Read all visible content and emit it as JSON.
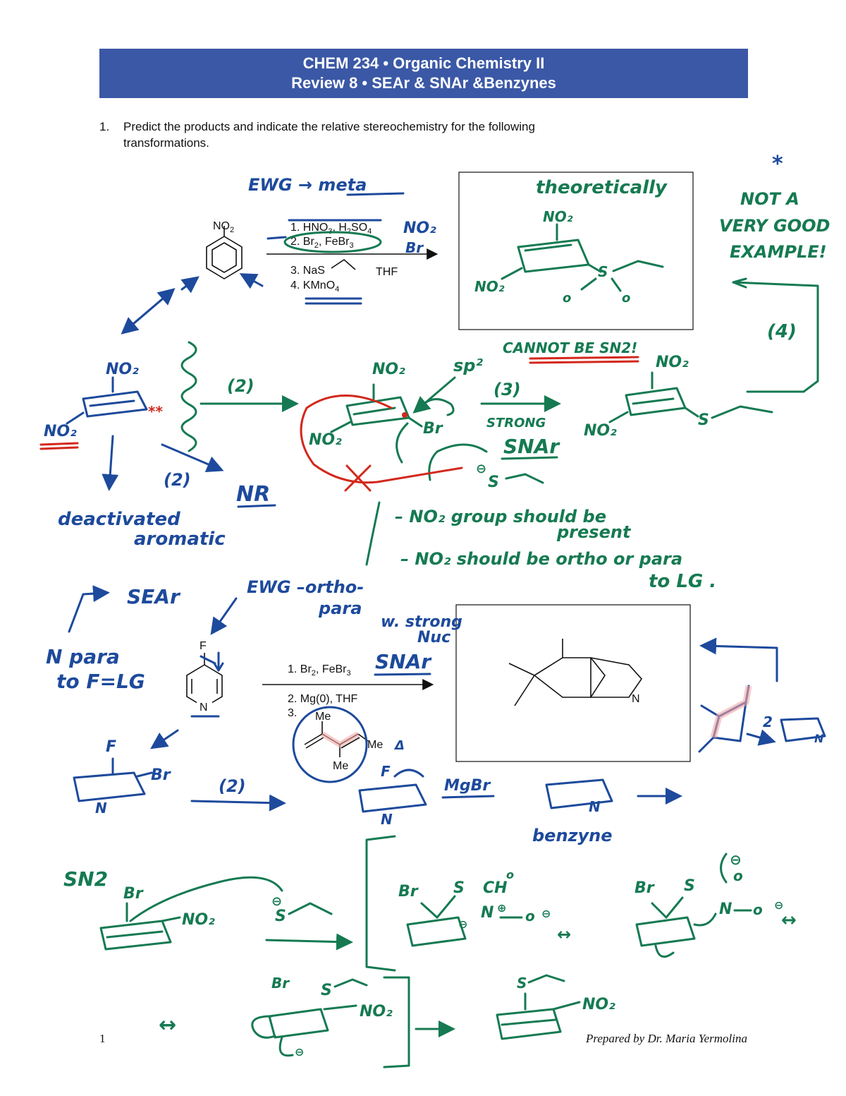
{
  "header": {
    "line1": "CHEM 234 • Organic Chemistry II",
    "line2": "Review 8 • SEAr & SNAr &Benzynes"
  },
  "question": {
    "number": "1.",
    "text_line1": "Predict the products and indicate the relative stereochemistry for the following",
    "text_line2": "transformations."
  },
  "reaction1": {
    "substituent": "NO",
    "substituent_sub": "2",
    "step1": "1. HNO",
    "step1_sub1": "3",
    "step1_mid": ", H",
    "step1_sub2": "2",
    "step1_end": "SO",
    "step1_sub3": "4",
    "step2": "2. Br",
    "step2_sub1": "2",
    "step2_mid": ", FeBr",
    "step2_sub2": "3",
    "step3": "3. NaS",
    "step3_solvent": "THF",
    "step4": "4. KMnO",
    "step4_sub": "4"
  },
  "reaction2": {
    "substituent": "F",
    "ring_atom": "N",
    "step1": "1. Br",
    "step1_sub1": "2",
    "step1_mid": ", FeBr",
    "step1_sub2": "3",
    "step2": "2. Mg(0), THF",
    "step3": "3.",
    "me1": "Me",
    "me2": "Me",
    "me3": "Me"
  },
  "handwriting": {
    "ewg_meta": "EWG → meta",
    "theoretically": "theoretically",
    "not_good": [
      "NOT A",
      "VERY GOOD",
      "EXAMPLE!"
    ],
    "step4": "(4)",
    "step2a": "(2)",
    "step2b": "(2)",
    "step3": "(3)",
    "strong": "STRONG",
    "snar": "SNAr",
    "sp2": "sp²",
    "cannot_sn2": "CANNOT BE SN2!",
    "nr": "NR",
    "deactivated": "deactivated",
    "aromatic": "aromatic",
    "note1a": "– NO₂ group should be",
    "note1b": "present",
    "note2a": "– NO₂ should be ortho or para",
    "note2b": "to LG .",
    "sear": "SEAr",
    "ewg_op_a": "EWG –ortho-",
    "ewg_op_b": "para",
    "w_strong": "w. strong",
    "nuc": "Nuc",
    "snar2": "SNAr",
    "n_para_a": "N para",
    "n_para_b": "to F=LG",
    "step2c": "(2)",
    "mgbr": "MgBr",
    "benzyne": "benzyne",
    "sn2": "SN2",
    "br": "Br",
    "no2": "NO₂",
    "s": "S",
    "delta": "Δ"
  },
  "footer": {
    "page": "1",
    "prepared_by": "Prepared by Dr. Maria Yermolina"
  },
  "colors": {
    "header_bg": "#3b58a6",
    "ink_green": "#157a52",
    "ink_blue": "#1d4a9c",
    "ink_red": "#d3281c"
  }
}
